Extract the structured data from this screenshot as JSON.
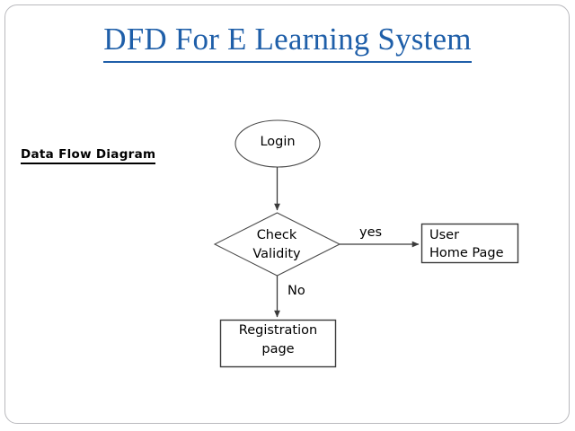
{
  "slide": {
    "title": "DFD For E Learning System",
    "caption": "Data Flow Diagram",
    "background_color": "#ffffff",
    "title_color": "#1f5fa9",
    "caption_color": "#000000",
    "border_color": "#b9b9bd",
    "shape_stroke_color": "#3a3a3a"
  },
  "diagram": {
    "type": "flowchart",
    "nodes": {
      "start": {
        "label": "Login",
        "shape": "ellipse"
      },
      "decision": {
        "label": "Check\nValidity",
        "shape": "diamond"
      },
      "success": {
        "label": "User\nHome Page",
        "shape": "rectangle"
      },
      "failure": {
        "label": "Registration\npage",
        "shape": "rectangle"
      }
    },
    "edges": {
      "start_to_decision": {
        "label": ""
      },
      "decision_to_success": {
        "label": "yes"
      },
      "decision_to_failure": {
        "label": "No"
      }
    }
  }
}
